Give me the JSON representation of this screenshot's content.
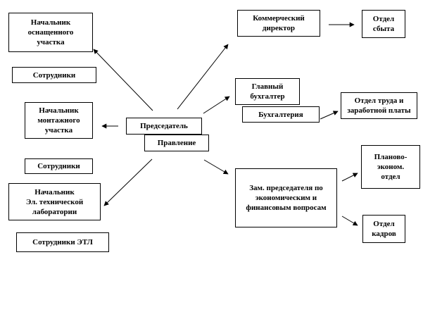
{
  "nodes": {
    "chief_assembly_section": "Начальник\nоснащенного\nучастка",
    "employees_1": "Сотрудники",
    "chief_mounting_section": "Начальник\nмонтажного\nучастка",
    "employees_2": "Сотрудники",
    "chief_etl": "Начальник\nЭл. технической\nлаборатории",
    "employees_etl": "Сотрудники  ЭТЛ",
    "chairman": "Председатель",
    "board": "Правление",
    "commercial_director": "Коммерческий\nдиректор",
    "sales_dept": "Отдел\nсбыта",
    "chief_accountant": "Главный\nбухгалтер",
    "accounting": "Бухгалтерия",
    "labor_dept": "Отдел труда и\nзаработной платы",
    "deputy_chairman": "Зам. председателя по\nэкономическим и\nфинансовым вопросам",
    "planning_dept": "Планово-\nэконом.\nотдел",
    "hr_dept": "Отдел\nкадров"
  }
}
